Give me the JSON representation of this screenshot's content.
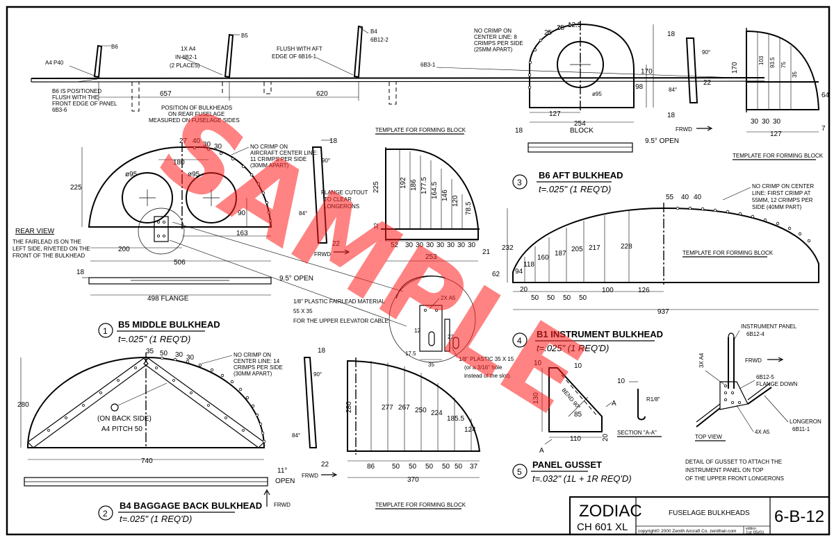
{
  "watermark": "SAMPLE",
  "top": {
    "labels": {
      "b6": "B6",
      "b5": "B5",
      "b4": "B4",
      "b4_ref": "6B12-2",
      "a4": "A4 P40",
      "one_a4": "1X A4",
      "in_6b2": "IN 6B2-1",
      "two_places": "(2 PLACES)",
      "flush1": "FLUSH WITH AFT",
      "flush2": "EDGE OF 6B16-1",
      "ref_6b3": "6B3-1",
      "b6note1": "B6 IS POSITIONED",
      "b6note2": "FLUSH WITH THE",
      "b6note3": "FRONT EDGE OF PANEL",
      "b6note4": "6B3-6",
      "pos1": "POSITION OF BULKHEADS",
      "pos2": "ON REAR FUSELAGE",
      "pos3": "MEASURED ON FUSELAGE SIDES"
    },
    "dims": {
      "d657": "657",
      "d620": "620"
    }
  },
  "b5": {
    "num": "1",
    "title": "B5  MIDDLE  BULKHEAD",
    "thickness": "t=.025\"  (1 REQ'D)",
    "dims": {
      "h225": "225",
      "d27": "27",
      "d40": "40",
      "d30a": "30",
      "d30b": "30",
      "d180": "180",
      "dia95a": "ø95",
      "dia95b": "ø95",
      "d90": "90",
      "d163": "163",
      "d200": "200",
      "d506": "506",
      "d18": "18",
      "flange": "498 FLANGE",
      "open": "9.5° OPEN"
    },
    "note": [
      "NO CRIMP ON",
      "AIRCRAFT CENTER LINE:",
      "11 CRIMPS PER SIDE",
      "(30MM APART)"
    ],
    "rear": [
      "REAR VIEW",
      "THE FAIRLEAD IS ON THE",
      "LEFT SIDE, RIVETED ON THE",
      "FRONT OF THE BULKHEAD"
    ],
    "side": {
      "d18": "18",
      "a90": "90°",
      "a84": "84°",
      "d22": "22",
      "cut1": "FLANGE CUTOUT",
      "cut2": "TO CLEAR",
      "cut3": "LONGERONS",
      "frwd": "FRWD"
    }
  },
  "tpl1": {
    "title": "TEMPLATE FOR FORMING BLOCK",
    "vals": [
      "225",
      "192",
      "186",
      "177.5",
      "164.5",
      "146",
      "120",
      "78.5"
    ],
    "bottom": [
      "52",
      "30",
      "30",
      "30",
      "30",
      "30",
      "30",
      "30"
    ],
    "d32": "32",
    "d253": "253",
    "d21": "21"
  },
  "fairlead": {
    "l1": "1/8\" PLASTIC FAIRLEAD MATERIAL",
    "l2": "55 X 35",
    "l3": "FOR THE UPPER ELEVATOR CABLE",
    "a5": "2X A5",
    "d12": "12",
    "d175": "17.5",
    "d35": "35",
    "d22": "22",
    "p1": "1/8\" PLASTIC 35 X 15",
    "p2": "(or a 3/16\" hole",
    "p3": "instead of the slot)."
  },
  "b4": {
    "num": "2",
    "title": "B4  BAGGAGE  BACK  BULKHEAD",
    "thickness": "t=.025\"  (1 REQ'D)",
    "dims": {
      "h280": "280",
      "d35": "35",
      "d50": "50",
      "d30a": "30",
      "d30b": "30",
      "d740": "740",
      "d18": "18",
      "a90": "90°",
      "a84": "84°",
      "d22": "22",
      "a11": "11°",
      "open": "OPEN",
      "frwd": "FRWD",
      "frwd2": "FRWD"
    },
    "note": [
      "NO CRIMP ON",
      "CENTER LINE: 14",
      "CRIMPS PER SIDE",
      "(30MM APART)"
    ],
    "back": "(ON BACK SIDE)",
    "pitch": "A4 PITCH 50"
  },
  "tpl2": {
    "title": "TEMPLATE FOR FORMING BLOCK",
    "vals": [
      "280",
      "277",
      "267",
      "250",
      "224",
      "185.5",
      "124"
    ],
    "bottom": [
      "86",
      "50",
      "50",
      "50",
      "50",
      "50",
      "50",
      "37"
    ],
    "d370": "370"
  },
  "b6": {
    "num": "3",
    "title": "B6  AFT  BULKHEAD",
    "thickness": "t=.025\"  (1 REQ'D)",
    "note": [
      "NO CRIMP ON",
      "CENTER LINE: 8",
      "CRIMPS PER SIDE",
      "(25MM APART)"
    ],
    "dims": {
      "d25a": "25",
      "d25b": "25",
      "d125": "12.5",
      "d170": "170",
      "d98": "98",
      "dia": "ø95",
      "d127": "127",
      "d254": "254",
      "block": "BLOCK",
      "d18": "18",
      "open": "9.5° OPEN"
    },
    "side": {
      "d18a": "18",
      "a90": "90°",
      "a84": "84°",
      "d22": "22",
      "d18b": "18",
      "frwd": "FRWD"
    },
    "tpl": {
      "title": "TEMPLATE FOR FORMING BLOCK",
      "d170": "170",
      "d103": "103",
      "d935": "93.5",
      "d75": "75",
      "d35": "35",
      "d64": "64",
      "b1": "30",
      "b2": "30",
      "b3": "30",
      "d127": "127",
      "d7": "7"
    }
  },
  "b1": {
    "num": "4",
    "title": "B1     INSTRUMENT  BULKHEAD",
    "thickness": "t=.025\"  (1 REQ'D)",
    "note": [
      "NO CRIMP ON CENTER",
      "LINE: FIRST CRIMP AT",
      "55MM,  12 CRIMPS PER",
      "SIDE (40MM PART)"
    ],
    "top": [
      "55",
      "40",
      "40"
    ],
    "tpl": "TEMPLATE FOR FORMING BLOCK",
    "vals": [
      "232",
      "94",
      "118",
      "160",
      "187",
      "205",
      "217",
      "228"
    ],
    "d62": "62",
    "bottom": [
      "20",
      "50",
      "50",
      "50",
      "50"
    ],
    "d100": "100",
    "d126": "126",
    "d937": "937"
  },
  "gusset": {
    "num": "5",
    "title": "PANEL  GUSSET",
    "thickness": "t=.032\"  (1L + 1R REQ'D)",
    "dims": {
      "d10a": "10",
      "d10b": "10",
      "d130": "130",
      "bend": "BEND 90°",
      "a85": "85",
      "d110": "110",
      "d20": "20",
      "d10c": "10",
      "r18": "R1/8\""
    },
    "section": "SECTION \"A-A\"",
    "a": "A"
  },
  "detail": {
    "ip": "INSTRUMENT PANEL",
    "ip_ref": "6B12-4",
    "a4": "3X A4",
    "frwd": "FRWD",
    "ref5": "6B12-5",
    "flange": "FLANGE DOWN",
    "longeron": "LONGERON",
    "long_ref": "6B11-1",
    "a5": "4X A5",
    "topview": "TOP VIEW",
    "d1": "DETAIL OF GUSSET TO ATTACH THE",
    "d2": "INSTRUMENT PANEL ON TOP",
    "d3": "OF THE UPPER FRONT LONGERONS"
  },
  "titleblock": {
    "brand": "ZODIAC",
    "model": "CH 601 XL",
    "title": "FUSELAGE BULKHEADS",
    "copyright": "copyright© 2000 Zenith Aircraft Co.  zenithair.com",
    "edition_label": "edition",
    "edition": "1st 05/01",
    "sheet": "6-B-12"
  },
  "colors": {
    "ink": "#000000",
    "watermark": "#ff1e1e"
  }
}
